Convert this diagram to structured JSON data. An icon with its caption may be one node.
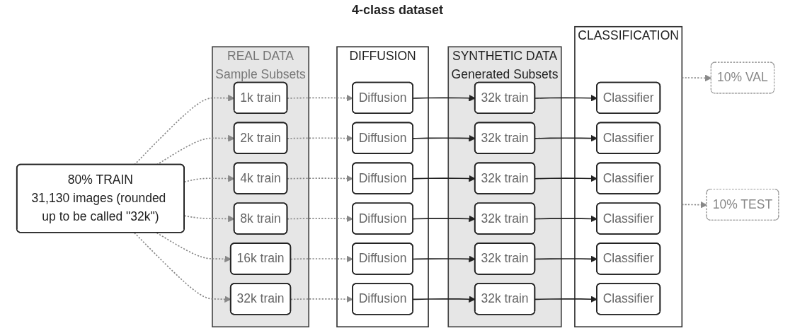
{
  "diagram": {
    "nodes": [
      {
        "text": [
          "80% TRAIN",
          "31,130 images (rounded up to be called \"32k\")"
        ]
      },
      {
        "text": [
          "10% VAL"
        ]
      },
      {
        "text": [
          "10% TEST"
        ]
      },
      {
        "text": [
          "REAL DATA",
          "Sample Subsets"
        ]
      },
      {
        "text": [
          "1k train"
        ],
        "in": 3
      },
      {
        "text": [
          "2k train"
        ],
        "in": 3
      },
      {
        "text": [
          "4k train"
        ],
        "in": 3
      },
      {
        "text": [
          "8k train"
        ],
        "in": 3
      },
      {
        "text": [
          "16k train"
        ],
        "in": 3
      },
      {
        "text": [
          "32k train"
        ],
        "in": 3
      },
      {
        "text": [
          "DIFFUSION"
        ]
      },
      {
        "text": [
          "Diffusion"
        ],
        "in": 10
      },
      {
        "text": [
          "Diffusion"
        ],
        "in": 10
      },
      {
        "text": [
          "Diffusion"
        ],
        "in": 10
      },
      {
        "text": [
          "Diffusion"
        ],
        "in": 10
      },
      {
        "text": [
          "Diffusion"
        ],
        "in": 10
      },
      {
        "text": [
          "Diffusion"
        ],
        "in": 10
      },
      {
        "text": [
          "SYNTHETIC DATA",
          "Generated Subsets"
        ]
      },
      {
        "text": [
          "32k train"
        ],
        "in": 17
      },
      {
        "text": [
          "32k train"
        ],
        "in": 17
      },
      {
        "text": [
          "32k train"
        ],
        "in": 17
      },
      {
        "text": [
          "32k train"
        ],
        "in": 17
      },
      {
        "text": [
          "32k train"
        ],
        "in": 17
      },
      {
        "text": [
          "32k train"
        ],
        "in": 17
      },
      {
        "text": [
          "CLASSIFICATION"
        ]
      },
      {
        "text": [
          "Classifier"
        ],
        "in": 24
      },
      {
        "text": [
          "Classifier"
        ],
        "in": 24
      },
      {
        "text": [
          "Classifier"
        ],
        "in": 24
      },
      {
        "text": [
          "Classifier"
        ],
        "in": 24
      },
      {
        "text": [
          "Classifier"
        ],
        "in": 24
      },
      {
        "text": [
          "Classifier"
        ],
        "in": 24
      }
    ],
    "edges": [
      {
        "from": 0,
        "to": 4,
        "arrow": "to",
        "style": "dashed",
        "color": "#888888"
      },
      {
        "from": 0,
        "to": 5,
        "arrow": "to",
        "style": "dashed",
        "color": "#888888"
      },
      {
        "from": 0,
        "to": 6,
        "arrow": "to",
        "style": "dashed",
        "color": "#888888"
      },
      {
        "from": 0,
        "to": 7,
        "arrow": "to",
        "style": "dashed",
        "color": "#888888"
      },
      {
        "from": 0,
        "to": 8,
        "arrow": "to",
        "style": "dashed",
        "color": "#888888"
      },
      {
        "from": 0,
        "to": 9,
        "arrow": "to",
        "style": "dashed",
        "color": "#888888"
      },
      {
        "from": 4,
        "to": 11,
        "arrow": "to",
        "style": "dashed",
        "color": "#888888"
      },
      {
        "from": 5,
        "to": 12,
        "arrow": "to",
        "style": "dashed",
        "color": "#888888"
      },
      {
        "from": 6,
        "to": 13,
        "arrow": "to",
        "style": "dashed",
        "color": "#888888"
      },
      {
        "from": 7,
        "to": 14,
        "arrow": "to",
        "style": "dashed",
        "color": "#888888"
      },
      {
        "from": 8,
        "to": 15,
        "arrow": "to",
        "style": "dashed",
        "color": "#888888"
      },
      {
        "from": 9,
        "to": 16,
        "arrow": "to",
        "style": "dashed",
        "color": "#888888"
      },
      {
        "from": 11,
        "to": 18,
        "arrow": "to",
        "color": "#222222"
      },
      {
        "from": 12,
        "to": 19,
        "arrow": "to",
        "color": "#222222"
      },
      {
        "from": 13,
        "to": 20,
        "arrow": "to",
        "color": "#222222"
      },
      {
        "from": 14,
        "to": 21,
        "arrow": "to",
        "color": "#222222"
      },
      {
        "from": 15,
        "to": 22,
        "arrow": "to",
        "color": "#222222"
      },
      {
        "from": 16,
        "to": 23,
        "arrow": "to",
        "color": "#222222"
      },
      {
        "from": 18,
        "to": 25,
        "arrow": "to",
        "color": "#222222"
      },
      {
        "from": 19,
        "to": 26,
        "arrow": "to",
        "color": "#222222"
      },
      {
        "from": 20,
        "to": 27,
        "arrow": "to",
        "color": "#222222"
      },
      {
        "from": 21,
        "to": 28,
        "arrow": "to",
        "color": "#222222"
      },
      {
        "from": 22,
        "to": 29,
        "arrow": "to",
        "color": "#222222"
      },
      {
        "from": 23,
        "to": 30,
        "arrow": "to",
        "color": "#222222"
      },
      {
        "from": 24,
        "to": 1,
        "arrow": "to",
        "style": "dashed",
        "color": "#888888"
      },
      {
        "from": 24,
        "to": 2,
        "arrow": "to",
        "style": "dashed",
        "color": "#888888"
      }
    ],
    "labels": [
      "4-class dataset"
    ]
  }
}
